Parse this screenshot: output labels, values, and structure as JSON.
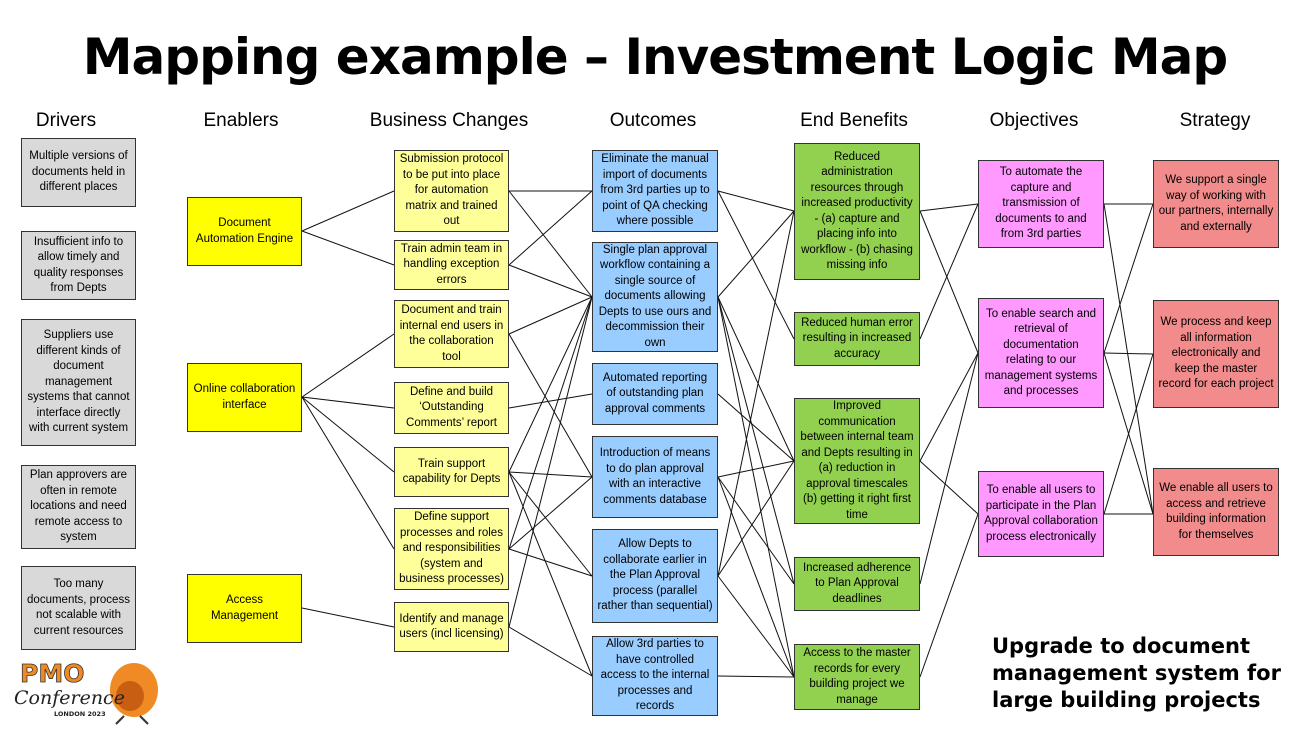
{
  "title": "Mapping example – Investment Logic Map",
  "columns": [
    "Drivers",
    "Enablers",
    "Business Changes",
    "Outcomes",
    "End Benefits",
    "Objectives",
    "Strategy"
  ],
  "drivers": [
    "Multiple versions of documents held in different places",
    "Insufficient info to allow timely and quality responses from Depts",
    "Suppliers use different kinds of document management systems that cannot interface directly with current system",
    "Plan approvers are often in remote locations and need remote access to system",
    "Too many documents, process not scalable with current resources"
  ],
  "enablers": [
    "Document Automation Engine",
    "Online collaboration interface",
    "Access Management"
  ],
  "business_changes": [
    "Submission protocol to be put into place for automation matrix and trained out",
    "Train admin team in handling exception errors",
    "Document and train internal end users in the collaboration tool",
    "Define and build ‘Outstanding Comments’ report",
    "Train support capability for Depts",
    "Define support processes and roles and responsibilities (system and business processes)",
    "Identify and manage users (incl licensing)"
  ],
  "outcomes": [
    "Eliminate the manual import of documents from 3rd parties up to point of QA checking where possible",
    "Single plan approval workflow containing a single source of documents allowing Depts to use ours and decommission their own",
    "Automated reporting of outstanding plan approval comments",
    "Introduction of means to do plan approval with an interactive comments database",
    "Allow Depts to collaborate earlier in the Plan Approval process (parallel rather than sequential)",
    "Allow 3rd parties to have controlled access to the internal processes and records"
  ],
  "end_benefits": [
    "Reduced administration resources through increased productivity - (a) capture and placing info into workflow - (b) chasing missing info",
    "Reduced human error resulting in increased accuracy",
    "Improved communication between internal team and Depts resulting in (a) reduction in approval timescales (b) getting it right first time",
    "Increased adherence to Plan Approval deadlines",
    "Access to the master records for every building project we manage"
  ],
  "objectives": [
    "To automate the capture and transmission of documents to and from 3rd parties",
    "To enable search and retrieval of documentation relating to our management systems and processes",
    "To enable all users to participate in the Plan Approval collaboration process electronically"
  ],
  "strategy": [
    "We support a single way of working with our partners, internally and externally",
    "We process and keep all information electronically and keep the master record for each project",
    "We enable all users to access and retrieve building information for themselves"
  ],
  "tagline": "Upgrade to document management system for large building projects",
  "logo": {
    "line1": "PMO",
    "line2": "Conference",
    "line3": "LONDON 2023"
  },
  "colors": {
    "drivers": "#d9d9d9",
    "enablers": "#ffff00",
    "business_changes": "#ffff99",
    "outcomes": "#99ccff",
    "end_benefits": "#92d050",
    "objectives": "#ff99ff",
    "strategy": "#f28b8b"
  }
}
